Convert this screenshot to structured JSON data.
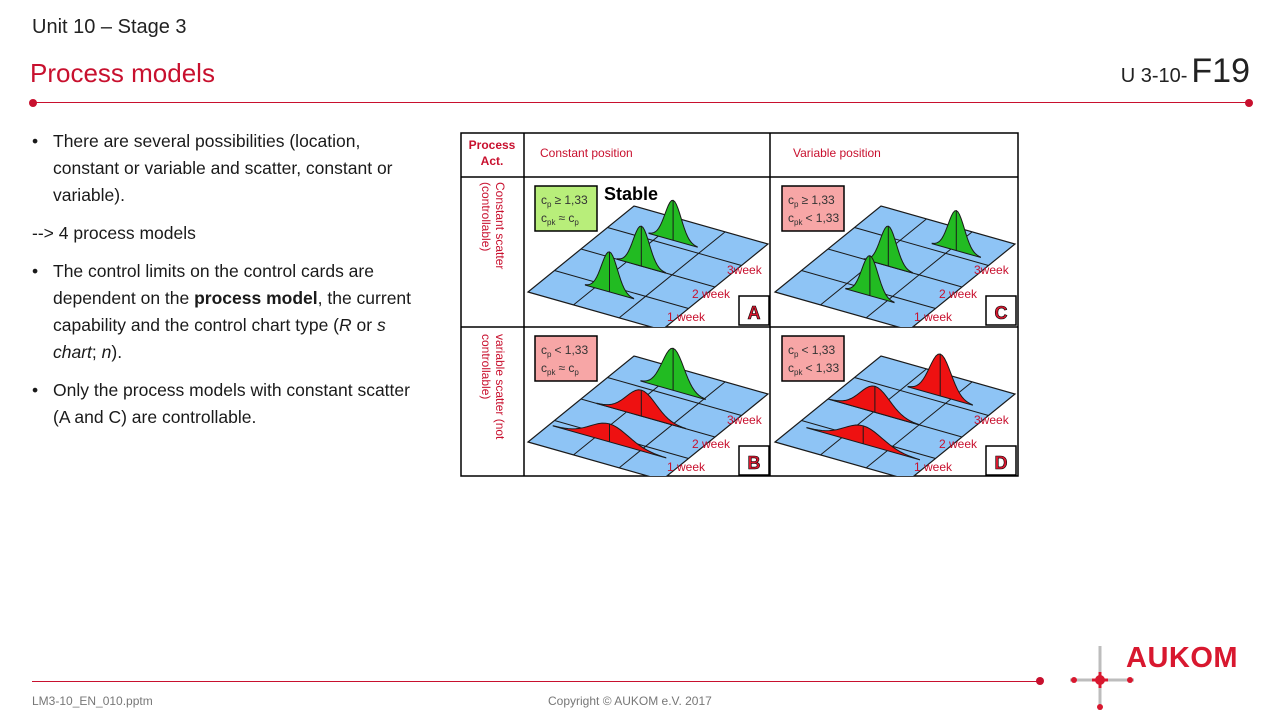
{
  "header": {
    "unit": "Unit 10 – Stage 3",
    "title": "Process models",
    "code_prefix": "U 3-10-",
    "code_number": "F19"
  },
  "bullets": {
    "b1": "There are several possibilities (location, constant or variable and scatter, constant or variable).",
    "plain": "--> 4 process models",
    "b3_pre": "The control limits on the control cards are dependent on the ",
    "b3_bold": "process model",
    "b3_mid": ", the current capability and the control chart type (",
    "b3_r": "R",
    "b3_or": " or ",
    "b3_s": "s chart",
    "b3_semi": "; ",
    "b3_n": "n",
    "b3_end": ").",
    "b4": "Only the process models with constant scatter (A and C) are controllable."
  },
  "grid": {
    "corner_line1": "Process",
    "corner_line2": "Act.",
    "col1": "Constant position",
    "col2": "Variable position",
    "row1_line1": "Constant scatter",
    "row1_line2": "(controllable)",
    "row2_line1": "variable scatter (not",
    "row2_line2": "controllable)",
    "stable": "Stable",
    "week1": "1 week",
    "week2": "2 week",
    "week3": "3week",
    "colors": {
      "green": "#22bb22",
      "red": "#ee1111",
      "plane": "#8ec4f5",
      "green_box": "#b8ee7a",
      "red_box": "#f7a6a6",
      "accent": "#c8102e"
    },
    "cells": [
      {
        "letter": "A",
        "cp_rel": "≥ 1,33",
        "cpk_rel": "≈ c",
        "cpk_sub2": "p",
        "box": "green"
      },
      {
        "letter": "C",
        "cp_rel": "≥ 1,33",
        "cpk_rel": "< 1,33",
        "cpk_sub2": "",
        "box": "red"
      },
      {
        "letter": "B",
        "cp_rel": "< 1,33",
        "cpk_rel": "≈ c",
        "cpk_sub2": "p",
        "box": "red"
      },
      {
        "letter": "D",
        "cp_rel": "< 1,33",
        "cpk_rel": "< 1,33",
        "cpk_sub2": "",
        "box": "red"
      }
    ]
  },
  "footer": {
    "file": "LM3-10_EN_010.pptm",
    "copyright": "Copyright © AUKOM e.V. 2017",
    "logo": "AUKOM"
  }
}
